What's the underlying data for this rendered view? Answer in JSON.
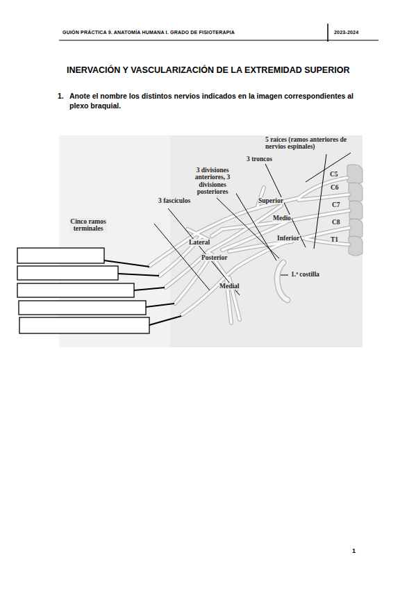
{
  "diagram": {
    "title": "INERVACIÓN Y VASCULARIZACIÓN DE LA EXTREMIDAD SUPERIOR",
    "labels": [
      "GUIÓN PRÁCTICA 9. ANATOMÍA HUMANA I. GRADO DE FISIOTERAPIA",
      "2023-2024",
      "1.",
      "Anote el nombre los distintos nervios indicados en la imagen correspondientes al plexo braquial.",
      "5 raíces (ramos anteriores de nervios espinales)",
      "3 troncos",
      "3 divisiones anteriores, 3 divisiones posteriores",
      "3 fascículos",
      "Cinco ramos terminales",
      "Superior",
      "Medio",
      "Inferior",
      "C5",
      "C6",
      "C7",
      "C8",
      "T1",
      "Lateral",
      "Posterior",
      "Medial",
      "1.ª costilla",
      "1"
    ]
  }
}
